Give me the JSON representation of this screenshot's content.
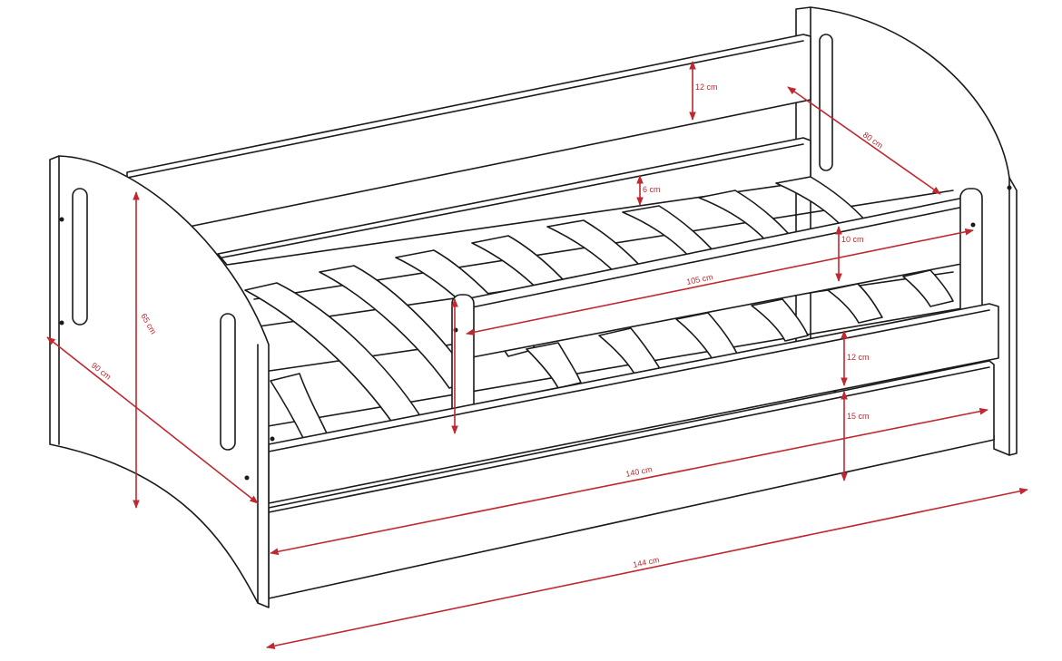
{
  "diagram": {
    "subject": "children's bed with drawer, technical dimension drawing",
    "dimension_color": "#c0282f",
    "line_color": "#1a1a1a",
    "labels": {
      "top_rail_height": "12 cm",
      "inner_depth": "80 cm",
      "mattress_gap": "6 cm",
      "guard_height": "10 cm",
      "guard_length": "105 cm",
      "front_rail_height": "12 cm",
      "drawer_height": "15 cm",
      "total_height": "65 cm",
      "total_depth": "90 cm",
      "inner_length": "140 cm",
      "total_length": "144 cm"
    }
  }
}
